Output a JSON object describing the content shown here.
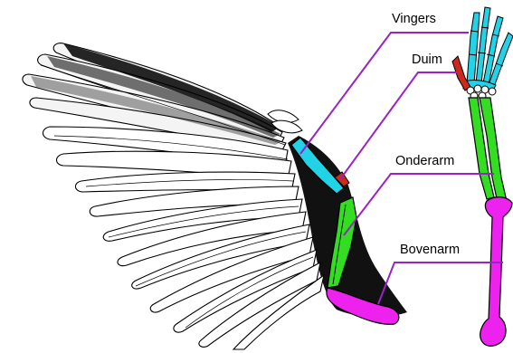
{
  "labels": {
    "fingers": "Vingers",
    "thumb": "Duim",
    "forearm": "Onderarm",
    "upper_arm": "Bovenarm"
  },
  "colors": {
    "fingers": "#22d3e8",
    "thumb": "#cc2a1a",
    "forearm": "#33dd22",
    "upper_arm": "#ee22ee",
    "leader_line": "#9a22c8",
    "ink": "#000000"
  }
}
